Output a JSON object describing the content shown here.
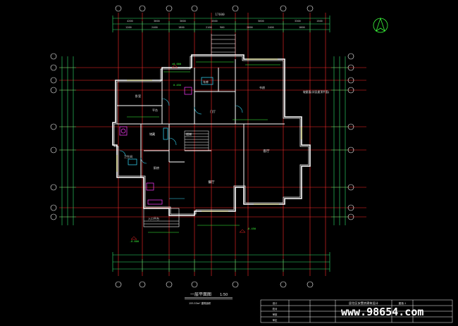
{
  "drawing": {
    "title": "一层平面图",
    "scale": "1:50",
    "area_note": "155.53m²  建筑面积",
    "overall_width": "17600",
    "rooms": {
      "living": "客厅",
      "dining": "餐厅",
      "kitchen": "厨房",
      "bedroom": "卧室",
      "study": "书房",
      "garage": "车库",
      "stair": "楼梯",
      "entry": "门厅",
      "bath": "卫生间",
      "terrace": "平台",
      "storage": "储藏",
      "porch": "入口平台"
    },
    "elevations": {
      "main": "±0.000",
      "step": "-0.450",
      "outer": "-0.600",
      "up": "0.450"
    },
    "note_right": "坡屋面(详见屋顶平面)",
    "watermark": "www.98654.com"
  },
  "title_block": {
    "project": "居住区安置房建筑设计",
    "drawing_no": "建施-1",
    "rows": [
      "设计",
      "校对",
      "审核",
      "审定"
    ]
  }
}
